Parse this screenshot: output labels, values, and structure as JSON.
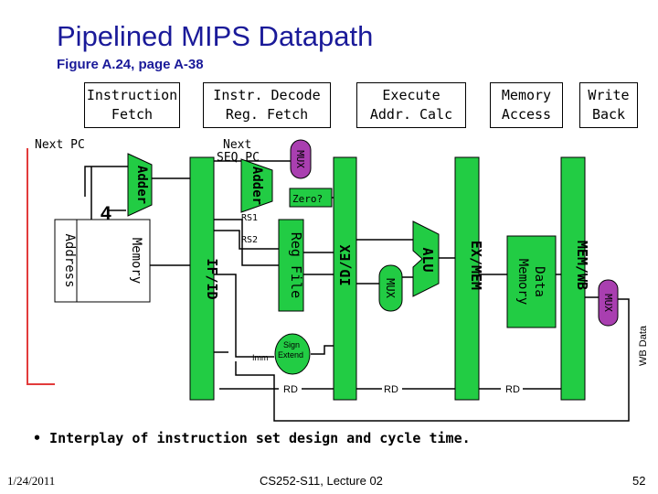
{
  "slide": {
    "title": "Pipelined MIPS Datapath",
    "subtitle": "Figure A.24, page A-38",
    "bullet": "• Interplay of instruction set design and cycle time.",
    "footer_date": "1/24/2011",
    "footer_course": "CS252-S11, Lecture 02",
    "footer_page": "52"
  },
  "stages": {
    "fetch": [
      "Instruction",
      "Fetch"
    ],
    "decode": [
      "Instr. Decode",
      "Reg. Fetch"
    ],
    "execute": [
      "Execute",
      "Addr. Calc"
    ],
    "memory": [
      "Memory",
      "Access"
    ],
    "writeback": [
      "Write",
      "Back"
    ]
  },
  "labels": {
    "next_pc": "Next PC",
    "next_seq_pc": [
      "Next",
      "SEQ PC"
    ],
    "four": "4",
    "address": "Address",
    "memory": "Memory",
    "adder1": "Adder",
    "adder2": "Adder",
    "mux": "MUX",
    "zero": "Zero?",
    "rs1": "RS1",
    "rs2": "RS2",
    "reg_file": "Reg File",
    "alu": "ALU",
    "data_memory": [
      "Data",
      "Memory"
    ],
    "imm": "Imm",
    "sign_extend": [
      "Sign",
      "Extend"
    ],
    "rd": "RD",
    "wb_data": "WB Data",
    "if_id": "IF/ID",
    "id_ex": "ID/EX",
    "ex_mem": "EX/MEM",
    "mem_wb": "MEM/WB"
  },
  "colors": {
    "title": "#1a1a99",
    "register": "#22cc44",
    "mux": "#a93fb0",
    "next_pc_wire": "#e23b3b"
  }
}
